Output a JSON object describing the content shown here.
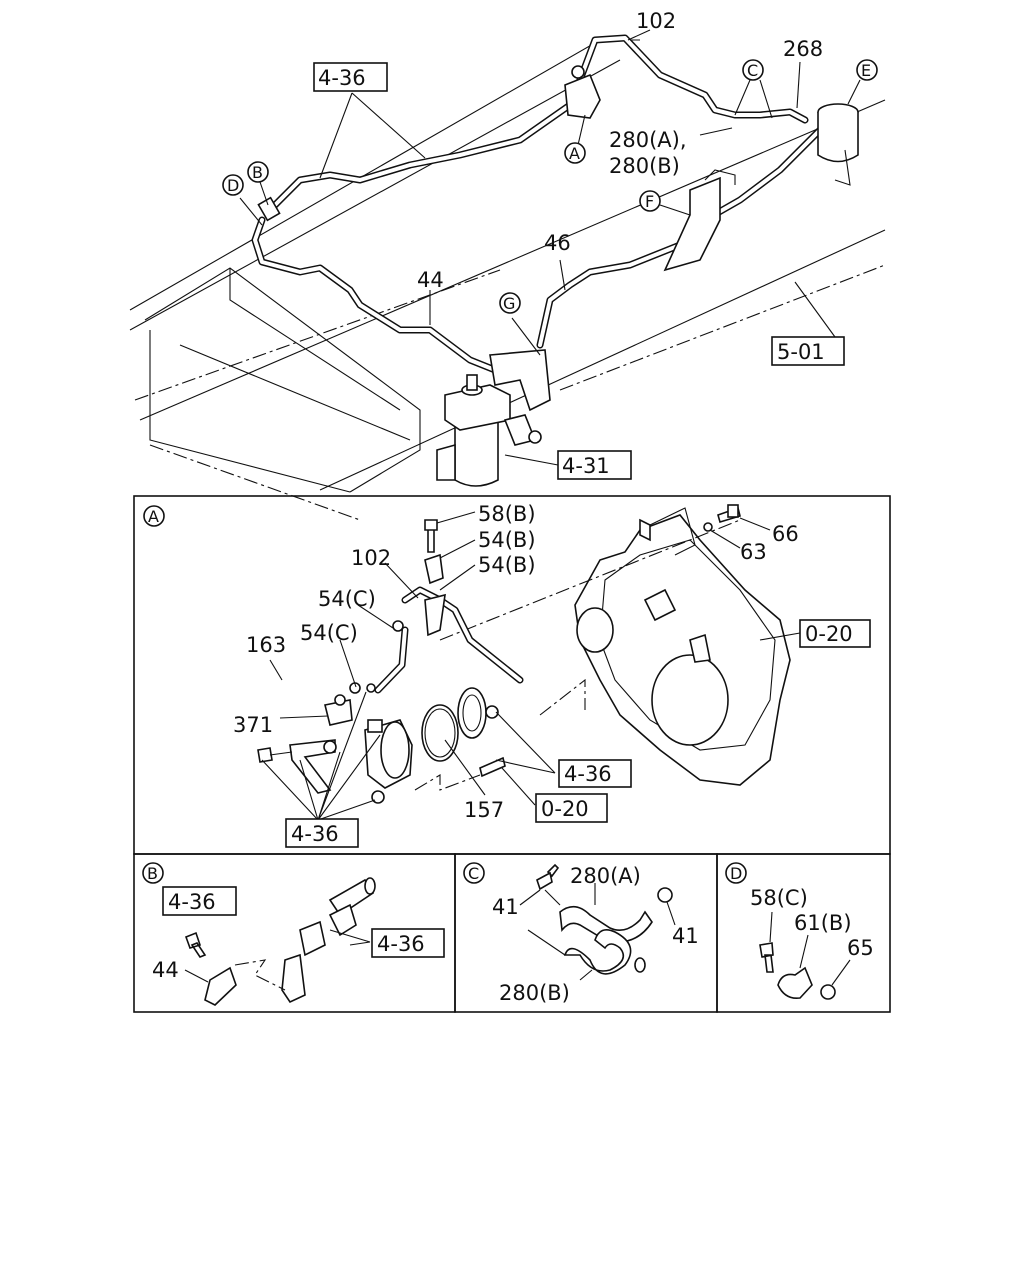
{
  "overview": {
    "labels": {
      "ref_4_36": "4-36",
      "p102": "102",
      "p268": "268",
      "c_circle": "C",
      "e_circle": "E",
      "a_circle": "A",
      "p280a": "280(A),",
      "p280b": "280(B)",
      "d_circle": "D",
      "b_circle": "B",
      "f_circle": "F",
      "p46": "46",
      "p44": "44",
      "g_circle": "G",
      "ref_5_01": "5-01",
      "ref_4_31": "4-31"
    }
  },
  "detail_a": {
    "letter": "A",
    "labels": {
      "p58b": "58(B)",
      "p54b_1": "54(B)",
      "p54b_2": "54(B)",
      "p102": "102",
      "p54c_1": "54(C)",
      "p54c_2": "54(C)",
      "p163": "163",
      "p371": "371",
      "p66": "66",
      "p63": "63",
      "ref_0_20_a": "0-20",
      "ref_4_36_a": "4-36",
      "p157": "157",
      "ref_0_20_b": "0-20",
      "ref_4_36_b": "4-36"
    }
  },
  "detail_b": {
    "letter": "B",
    "labels": {
      "ref_4_36_a": "4-36",
      "ref_4_36_b": "4-36",
      "p44": "44"
    }
  },
  "detail_c": {
    "letter": "C",
    "labels": {
      "p280a": "280(A)",
      "p41_a": "41",
      "p41_b": "41",
      "p280b": "280(B)"
    }
  },
  "detail_d": {
    "letter": "D",
    "labels": {
      "p58c": "58(C)",
      "p61b": "61(B)",
      "p65": "65"
    }
  }
}
